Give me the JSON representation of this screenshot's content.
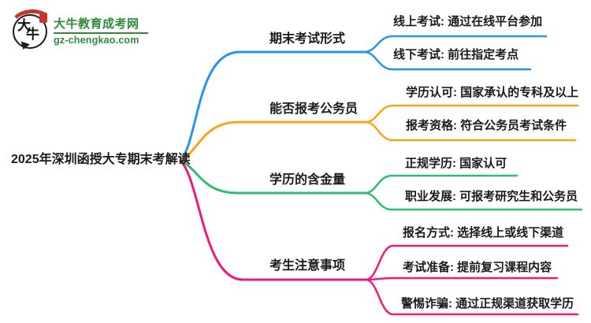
{
  "logo": {
    "bubble_chars_1": "大",
    "bubble_chars_2": "牛",
    "site_name": "大牛教育成考网",
    "site_domain": "gz-chengkao.com",
    "brand_green": "#2e8b3c",
    "brand_red": "#c5352c"
  },
  "central": {
    "label": "2025年深圳函授大专期末考解读"
  },
  "branches": [
    {
      "label": "期末考试形式",
      "color": "#2a93ee",
      "children": [
        "线上考试: 通过在线平台参加",
        "线下考试: 前往指定考点"
      ]
    },
    {
      "label": "能否报考公务员",
      "color": "#fba417",
      "children": [
        "学历认可: 国家承认的专科及以上",
        "报考资格: 符合公务员考试条件"
      ]
    },
    {
      "label": "学历的含金量",
      "color": "#2ebe71",
      "children": [
        "正规学历: 国家认可",
        "职业发展: 可报考研究生和公务员"
      ]
    },
    {
      "label": "考生注意事项",
      "color": "#f0197c",
      "children": [
        "报名方式: 选择线上或线下渠道",
        "考试准备: 提前复习课程内容",
        "警惕诈骗: 通过正规渠道获取学历"
      ]
    }
  ]
}
